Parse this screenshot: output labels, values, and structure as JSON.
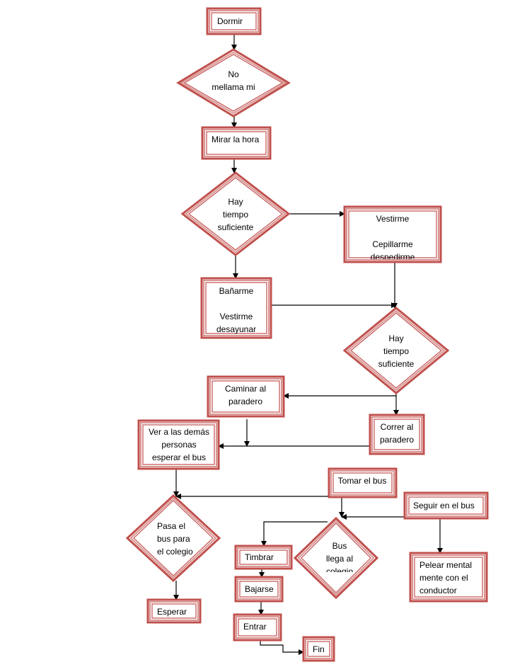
{
  "colors": {
    "border": "#c0504d",
    "border_light": "#d99694",
    "arrow": "#000000",
    "text": "#000000"
  },
  "nodes": {
    "dormir": {
      "shape": "rect",
      "lines": [
        "Dormir"
      ]
    },
    "no_mellama": {
      "shape": "diamond",
      "lines": [
        "No",
        "mellama mi"
      ]
    },
    "mirar_hora": {
      "shape": "rect",
      "lines": [
        "Mirar la hora"
      ]
    },
    "hay_tiempo_1": {
      "shape": "diamond",
      "lines": [
        "Hay",
        "tiempo",
        "suficiente"
      ]
    },
    "vestirme_cep": {
      "shape": "rect",
      "lines": [
        "Vestirme",
        "",
        "Cepillarme",
        "despedirme"
      ]
    },
    "banarme": {
      "shape": "rect",
      "lines": [
        "Bañarme",
        "",
        "Vestirme",
        "desayunar"
      ]
    },
    "hay_tiempo_2": {
      "shape": "diamond",
      "lines": [
        "Hay",
        "tiempo",
        "suficiente"
      ]
    },
    "caminar": {
      "shape": "rect",
      "lines": [
        "Caminar al",
        "paradero"
      ]
    },
    "correr": {
      "shape": "rect",
      "lines": [
        "Correr al",
        "paradero"
      ]
    },
    "ver_personas": {
      "shape": "rect",
      "lines": [
        "Ver a las demás",
        "personas",
        "esperar el bus"
      ]
    },
    "tomar_bus": {
      "shape": "rect",
      "lines": [
        "Tomar el bus"
      ]
    },
    "seguir_bus": {
      "shape": "rect",
      "lines": [
        "Seguir en el bus"
      ]
    },
    "pasa_bus": {
      "shape": "diamond",
      "lines": [
        "Pasa el",
        "bus para",
        "el colegio"
      ]
    },
    "timbrar": {
      "shape": "rect",
      "lines": [
        "Timbrar"
      ]
    },
    "bus_llega": {
      "shape": "diamond",
      "lines": [
        "Bus",
        "llega al",
        "colegio"
      ]
    },
    "pelear": {
      "shape": "rect",
      "lines": [
        "Pelear mental",
        "mente con el",
        "conductor"
      ]
    },
    "bajarse": {
      "shape": "rect",
      "lines": [
        "Bajarse"
      ]
    },
    "esperar": {
      "shape": "rect",
      "lines": [
        "Esperar"
      ]
    },
    "entrar": {
      "shape": "rect",
      "lines": [
        "Entrar"
      ]
    },
    "fin": {
      "shape": "rect",
      "lines": [
        "Fin"
      ]
    }
  }
}
